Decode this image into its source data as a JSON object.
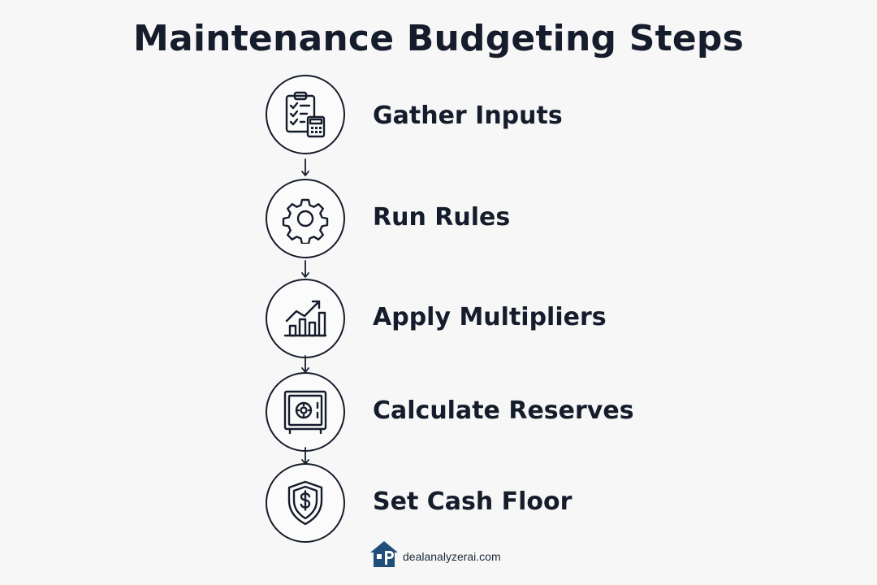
{
  "title": "Maintenance Budgeting Steps",
  "steps": [
    {
      "label": "Gather Inputs",
      "icon": "clipboard-calculator-icon"
    },
    {
      "label": "Run Rules",
      "icon": "gear-icon"
    },
    {
      "label": "Apply Multipliers",
      "icon": "growth-chart-icon"
    },
    {
      "label": "Calculate Reserves",
      "icon": "safe-icon"
    },
    {
      "label": "Set Cash Floor",
      "icon": "shield-dollar-icon"
    }
  ],
  "brand": {
    "text": "dealanalyzerai.com",
    "logo_icon": "house-logo-icon",
    "logo_color": "#1f4e79"
  },
  "colors": {
    "ink": "#151c2b",
    "background": "#f7f7f7"
  }
}
